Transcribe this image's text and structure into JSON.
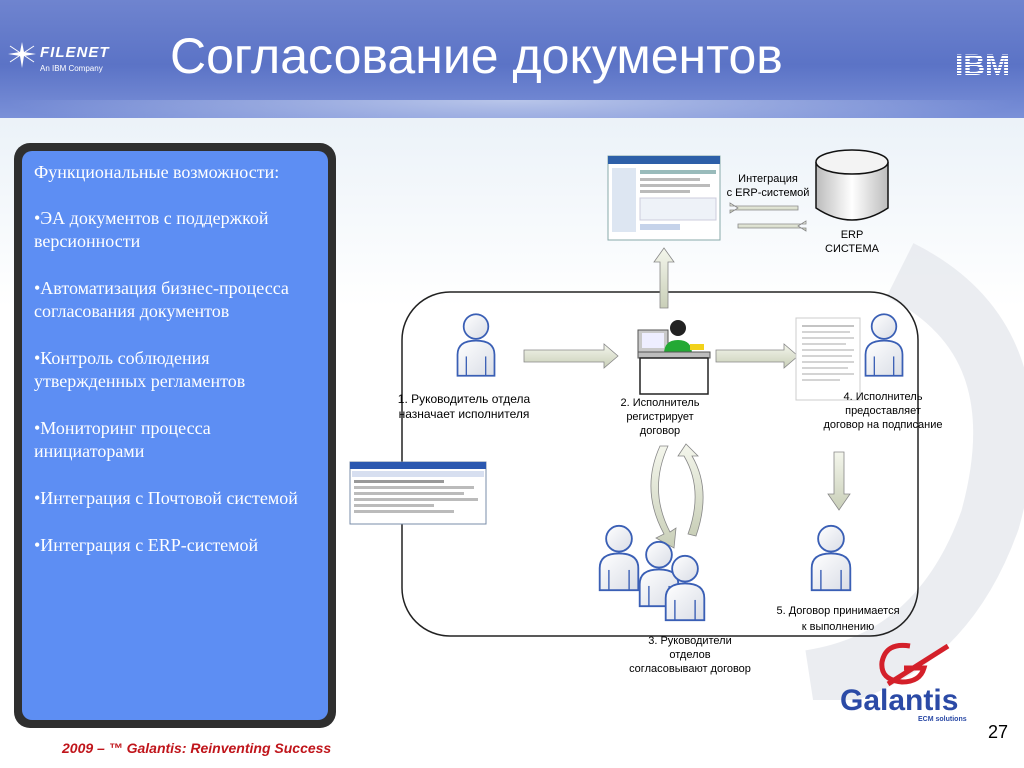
{
  "header": {
    "title": "Согласование документов",
    "filenet_name": "FILENET",
    "filenet_sub": "An IBM  Company",
    "ibm_logo": "IBM"
  },
  "panel": {
    "heading": "Функциональные возможности:",
    "items": [
      "•ЭА документов с поддержкой версионности",
      "•Автоматизация бизнес-процесса согласования документов",
      "•Контроль соблюдения утвержденных регламентов",
      "•Мониторинг процесса инициаторами",
      "•Интеграция с Почтовой системой",
      "•Интеграция с ERP-системой"
    ]
  },
  "diagram": {
    "integration_line1": "Интеграция",
    "integration_line2": "с ERP-системой",
    "erp_line1": "ERP",
    "erp_line2": "СИСТЕМА",
    "step1_line1": "1. Руководитель отдела",
    "step1_line2": "назначает исполнителя",
    "step2_line1": "2. Исполнитель",
    "step2_line2": "регистрирует",
    "step2_line3": "договор",
    "step3_line1": "3. Руководители",
    "step3_line2": "отделов",
    "step3_line3": "согласовывают договор",
    "step4_line1": "4. Исполнитель",
    "step4_line2": "предоставляет",
    "step4_line3": "договор на подписание",
    "step5_line1": "5. Договор принимается",
    "step5_line2": "к выполнению"
  },
  "footer": {
    "text": "2009 – ™ Galantis:  Reinventing Success",
    "page_number": "27",
    "galantis_name": "Galantis",
    "galantis_sub": "ECM solutions"
  },
  "colors": {
    "header_blue": "#5b73c6",
    "panel_blue": "#5d8ef3",
    "footer_red": "#c0151b",
    "galantis_blue": "#2b4aa6",
    "galantis_red": "#d4202a"
  },
  "icons": [
    "filenet-star-icon",
    "ibm-logo-icon",
    "person-icon",
    "computer-operator-icon",
    "database-icon",
    "galantis-logo-icon"
  ]
}
